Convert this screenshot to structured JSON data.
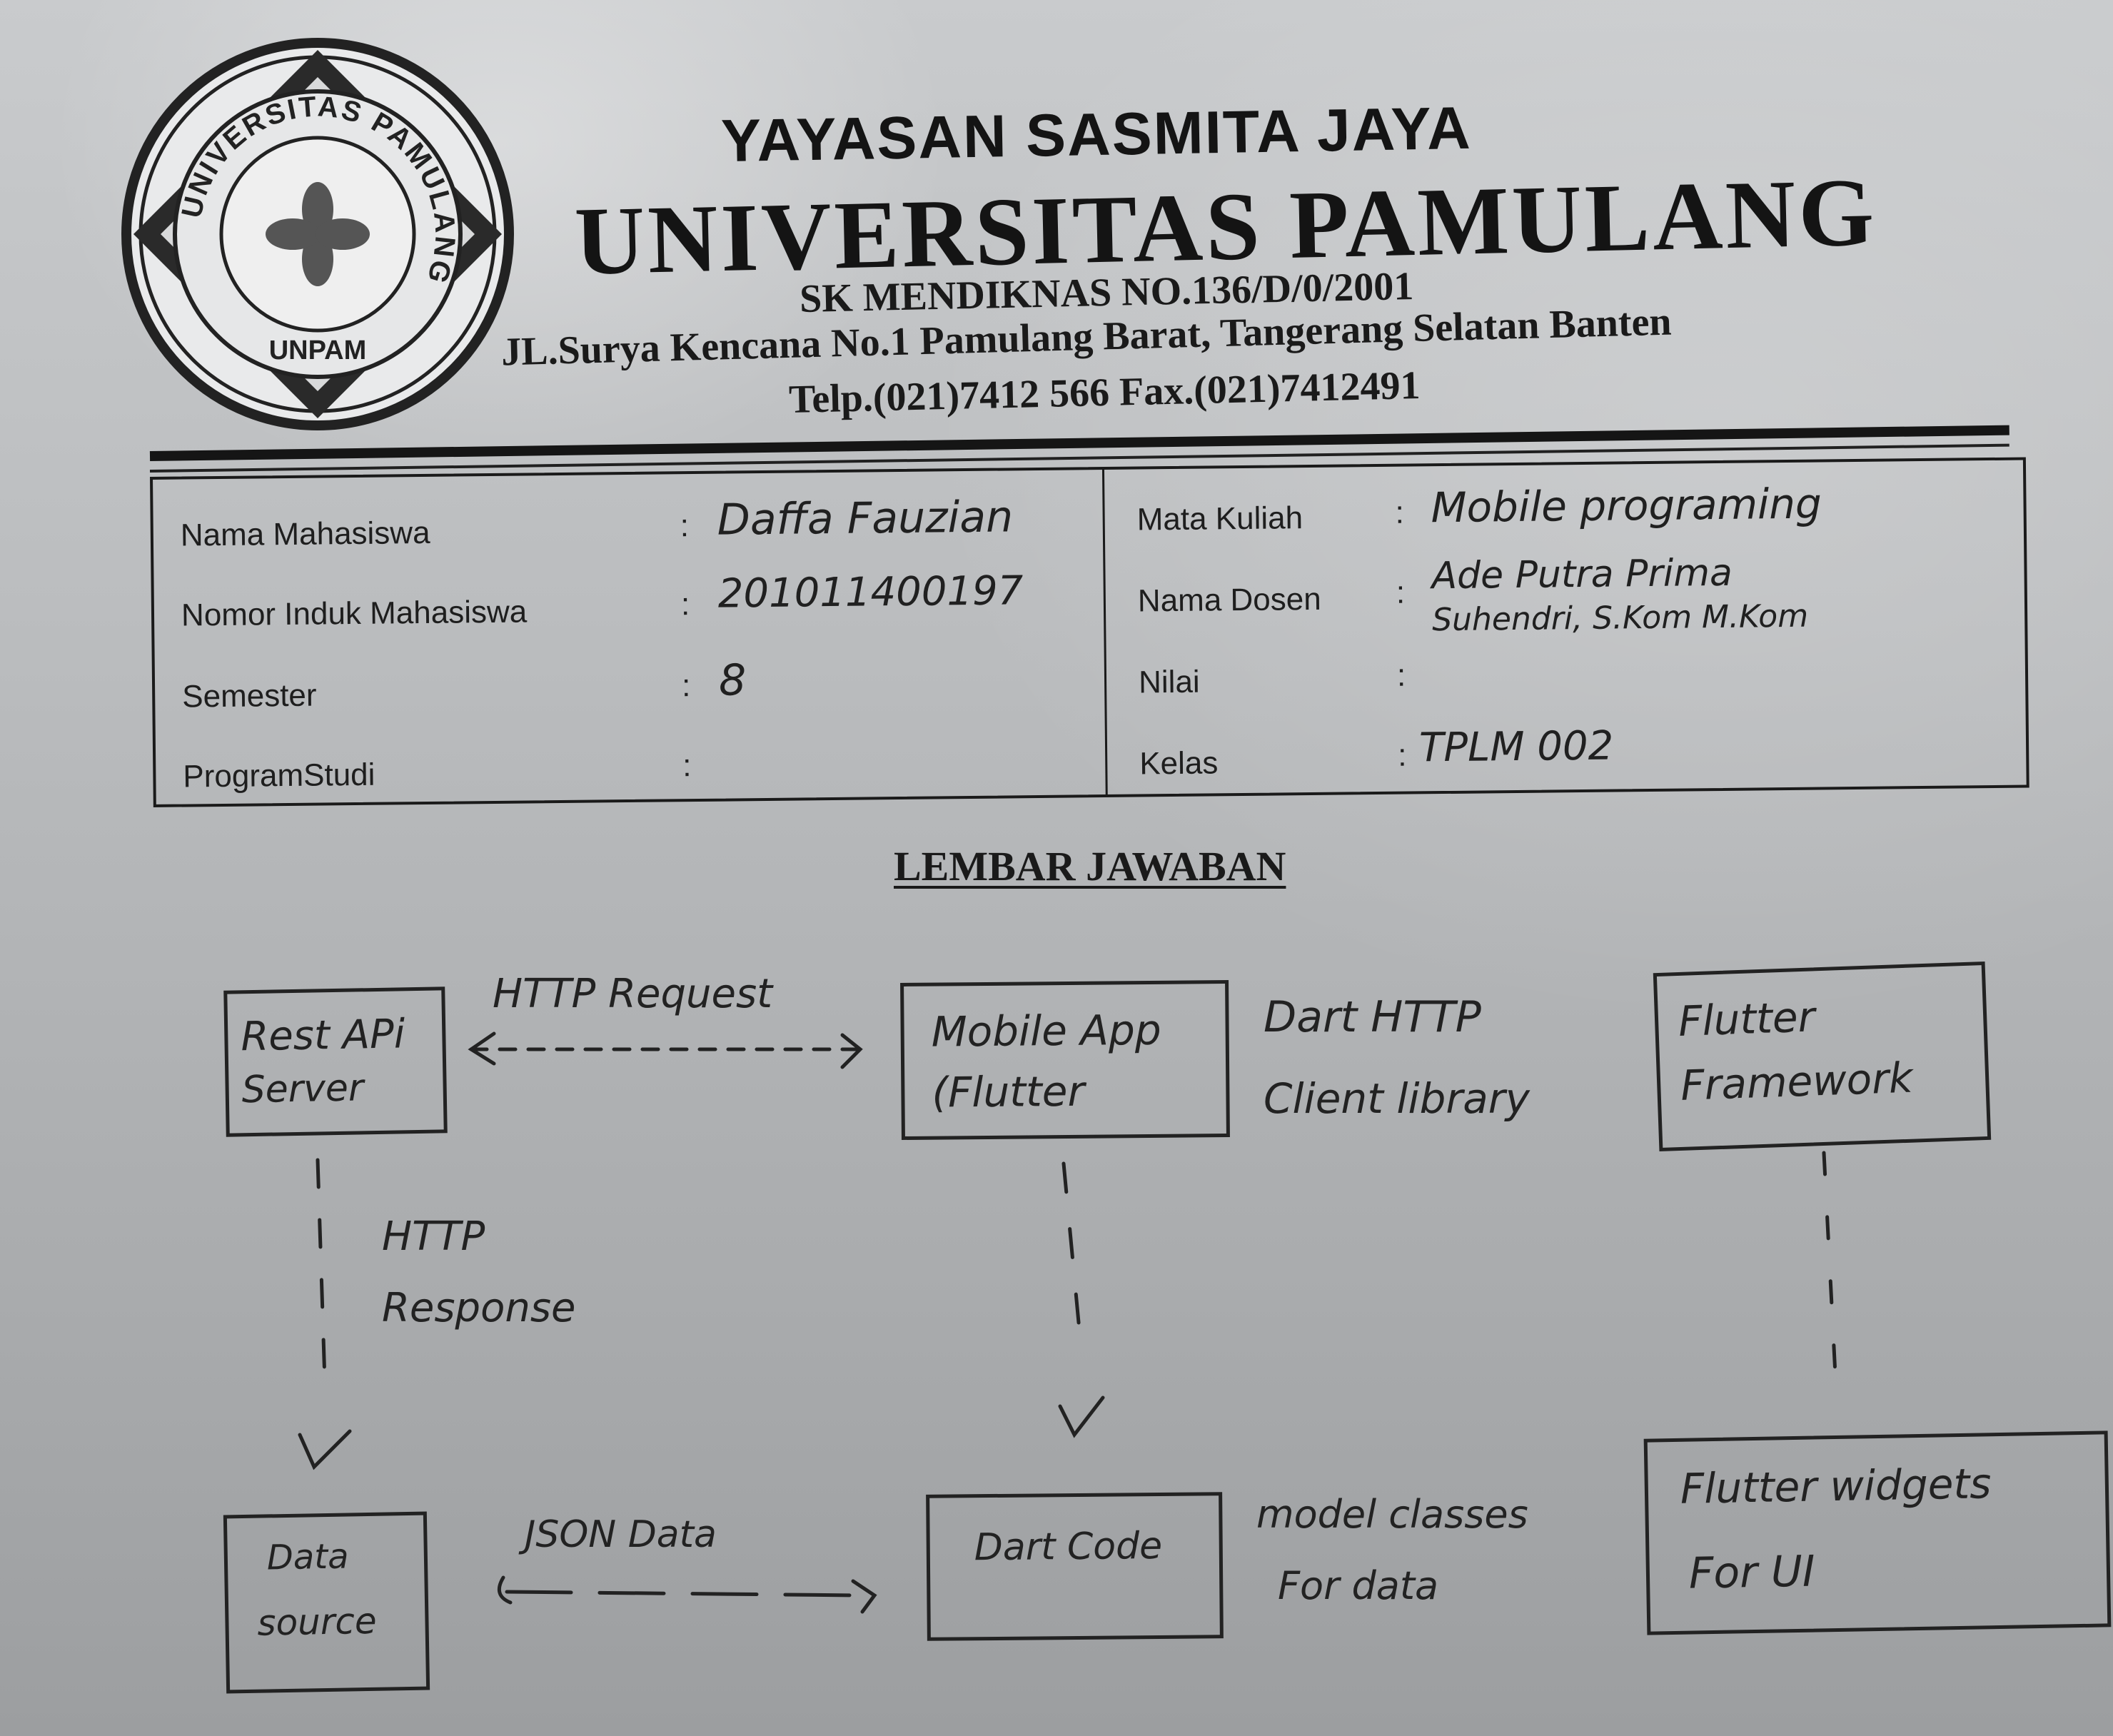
{
  "header": {
    "foundation": "YAYASAN SASMITA JAYA",
    "university": "UNIVERSITAS PAMULANG",
    "decree": "SK MENDIKNAS NO.136/D/0/2001",
    "address": "JL.Surya Kencana No.1 Pamulang Barat, Tangerang Selatan Banten",
    "contact": "Telp.(021)7412 566 Fax.(021)7412491",
    "logo_ring_text": "UNIVERSITAS PAMULANG",
    "logo_bottom_text": "UNPAM"
  },
  "info": {
    "left": [
      {
        "label": "Nama Mahasiswa",
        "value": "Daffa Fauzian"
      },
      {
        "label": "Nomor Induk Mahasiswa",
        "value": "201011400197"
      },
      {
        "label": "Semester",
        "value": "8"
      },
      {
        "label": "ProgramStudi",
        "value": ""
      }
    ],
    "right": [
      {
        "label": "Mata Kuliah",
        "value": "Mobile programing"
      },
      {
        "label": "Nama Dosen",
        "value": "Ade Putra Prima",
        "value2": "Suhendri, S.Kom M.Kom"
      },
      {
        "label": "Nilai",
        "value": ""
      },
      {
        "label": "Kelas",
        "value": "TPLM 002"
      }
    ]
  },
  "title": "LEMBAR JAWABAN",
  "diagram": {
    "rest_api": [
      "Rest APi",
      "Server"
    ],
    "mobile_app": [
      "Mobile App",
      "(Flutter"
    ],
    "flutter_framework": [
      "Flutter",
      "Framework"
    ],
    "data_source": [
      "Data",
      "source"
    ],
    "dart_code": "Dart Code",
    "flutter_widgets": [
      "Flutter widgets",
      "For UI"
    ],
    "http_request": "HTTP Request",
    "http_response": [
      "HTTP",
      "Response"
    ],
    "dart_http_client": [
      "Dart HTTP",
      "Client library"
    ],
    "json_data": "JSON Data",
    "model_classes": [
      "model classes",
      "For data"
    ]
  }
}
